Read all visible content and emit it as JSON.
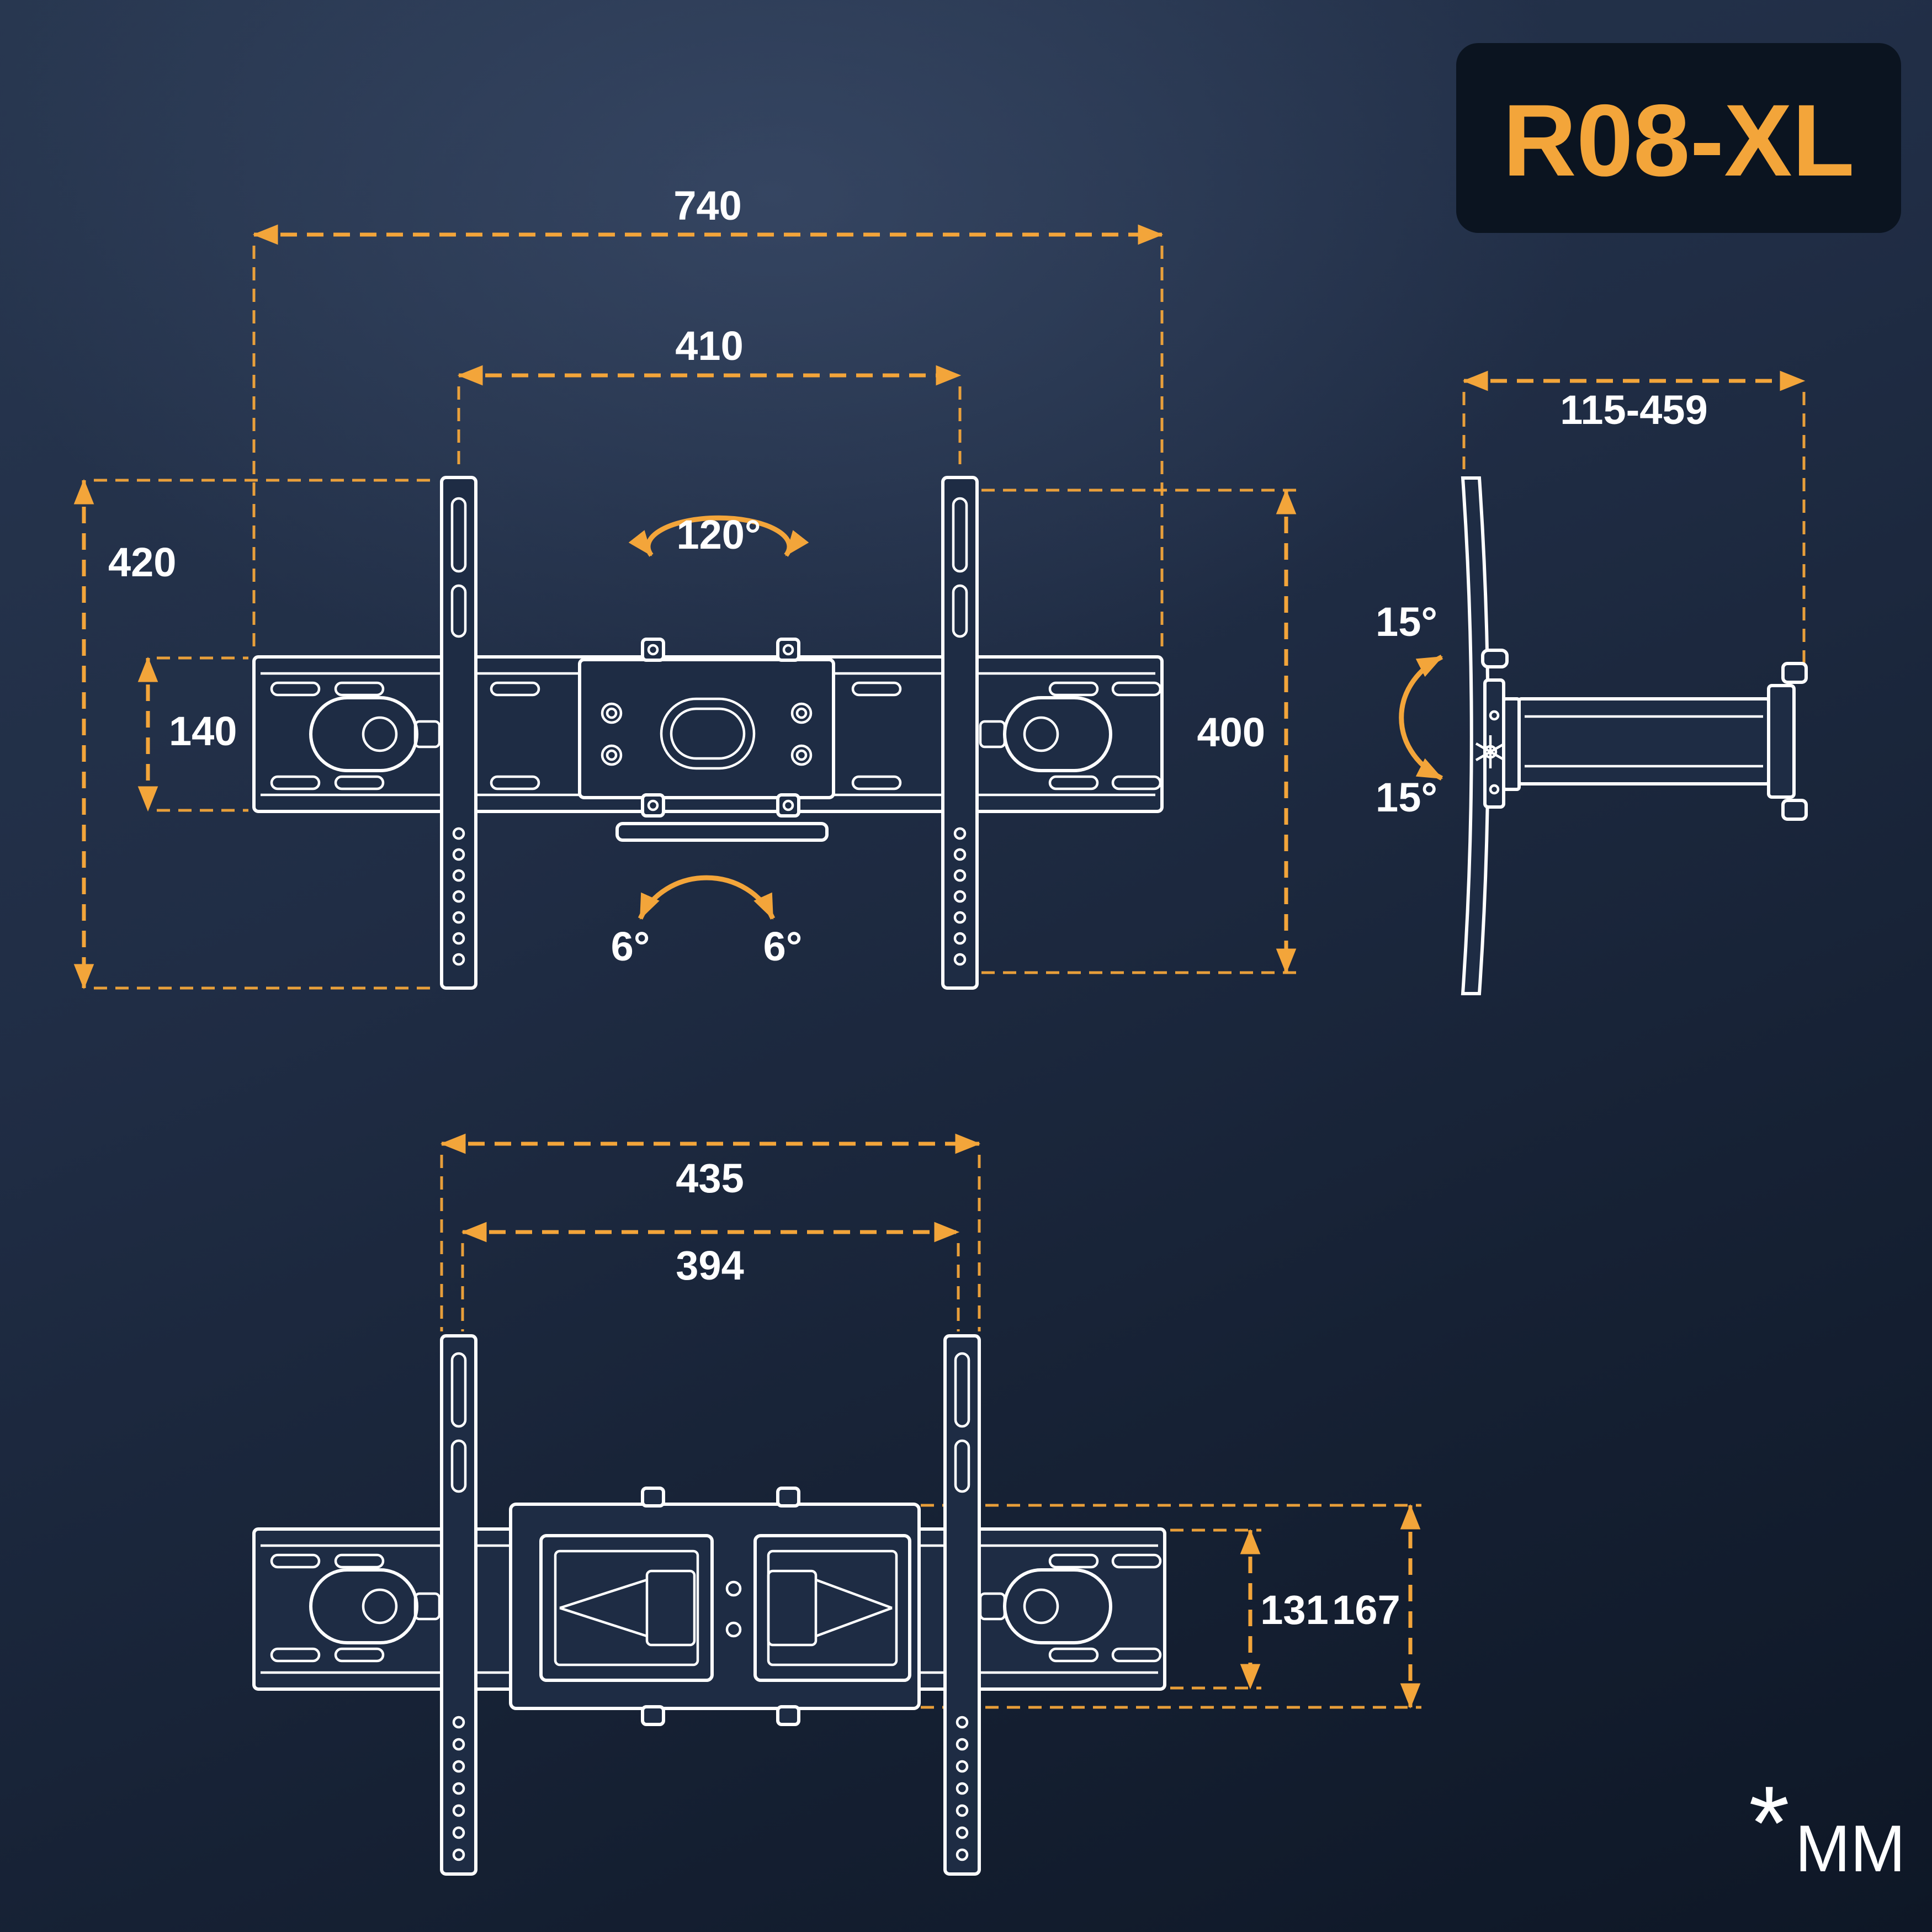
{
  "badge": {
    "model": "R08-XL"
  },
  "unit_note": {
    "symbol": "*",
    "text": "MM"
  },
  "colors": {
    "accent": "#F3A53A",
    "line_color": "#FFFFFF",
    "badge_background": "#0B1420",
    "background_top": "#283750",
    "background_bottom": "#0E1726"
  },
  "views": {
    "front": {
      "dimensions": {
        "total_width_mm": "740",
        "bracket_spacing_mm": "410",
        "left_height_mm": "420",
        "plate_height_mm": "140",
        "right_height_mm": "400",
        "swivel_angle": "120°",
        "tilt_left": "6°",
        "tilt_right": "6°"
      }
    },
    "side": {
      "dimensions": {
        "extension_range_mm": "115-459",
        "tilt_up": "15°",
        "tilt_down": "15°"
      }
    },
    "top": {
      "dimensions": {
        "outer_rail_width_mm": "435",
        "inner_rail_width_mm": "394",
        "plate_depth_mm": "131",
        "overall_depth_mm": "167"
      }
    }
  }
}
